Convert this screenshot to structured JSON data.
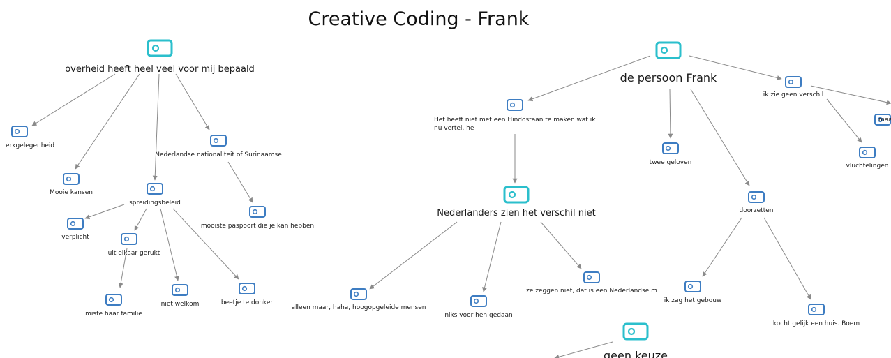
{
  "title": "Creative Coding - Frank",
  "colors": {
    "edge": "#8a8a8a",
    "icon_main": "#2bbfcc",
    "icon_sub": "#3e7dc2"
  },
  "icons": {
    "main": "tag-icon-teal",
    "sub": "tag-icon-blue"
  },
  "nodes": {
    "overheid": "overheid heeft heel veel voor mij bepaald",
    "werkgelegenheid": "erkgelegenheid",
    "mooie_kansen": "Mooie kansen",
    "nationaliteit": "Nederlandse nationaliteit of Surinaamse",
    "spreidingsbeleid": "spreidingsbeleid",
    "verplicht": "verplicht",
    "uit_elkaar": "uit elkaar gerukt",
    "mooiste_paspoort": "mooiste paspoort die je kan hebben",
    "miste_familie": "miste haar familie",
    "niet_welkom": "niet welkom",
    "beetje_donker": "beetje te donker",
    "frank": "de persoon Frank",
    "hindostaan": "Het heeft niet met een Hindostaan te maken wat ik nu vertel, he",
    "geen_verschil": "ik zie geen verschil",
    "maa": "maa",
    "twee_geloven": "twee geloven",
    "vluchtelingen": "vluchtelingen",
    "doorzetten": "doorzetten",
    "nl_verschil": "Nederlanders zien het verschil niet",
    "alleen_maar": "alleen maar, haha, hoogopgeleide mensen",
    "niks_gedaan": "niks voor hen gedaan",
    "ze_zeggen": "ze zeggen niet, dat is een Nederlandse m",
    "gebouw": "ik zag het gebouw",
    "huis": "kocht gelijk een huis. Boem",
    "geen_keuze": "geen keuze"
  }
}
